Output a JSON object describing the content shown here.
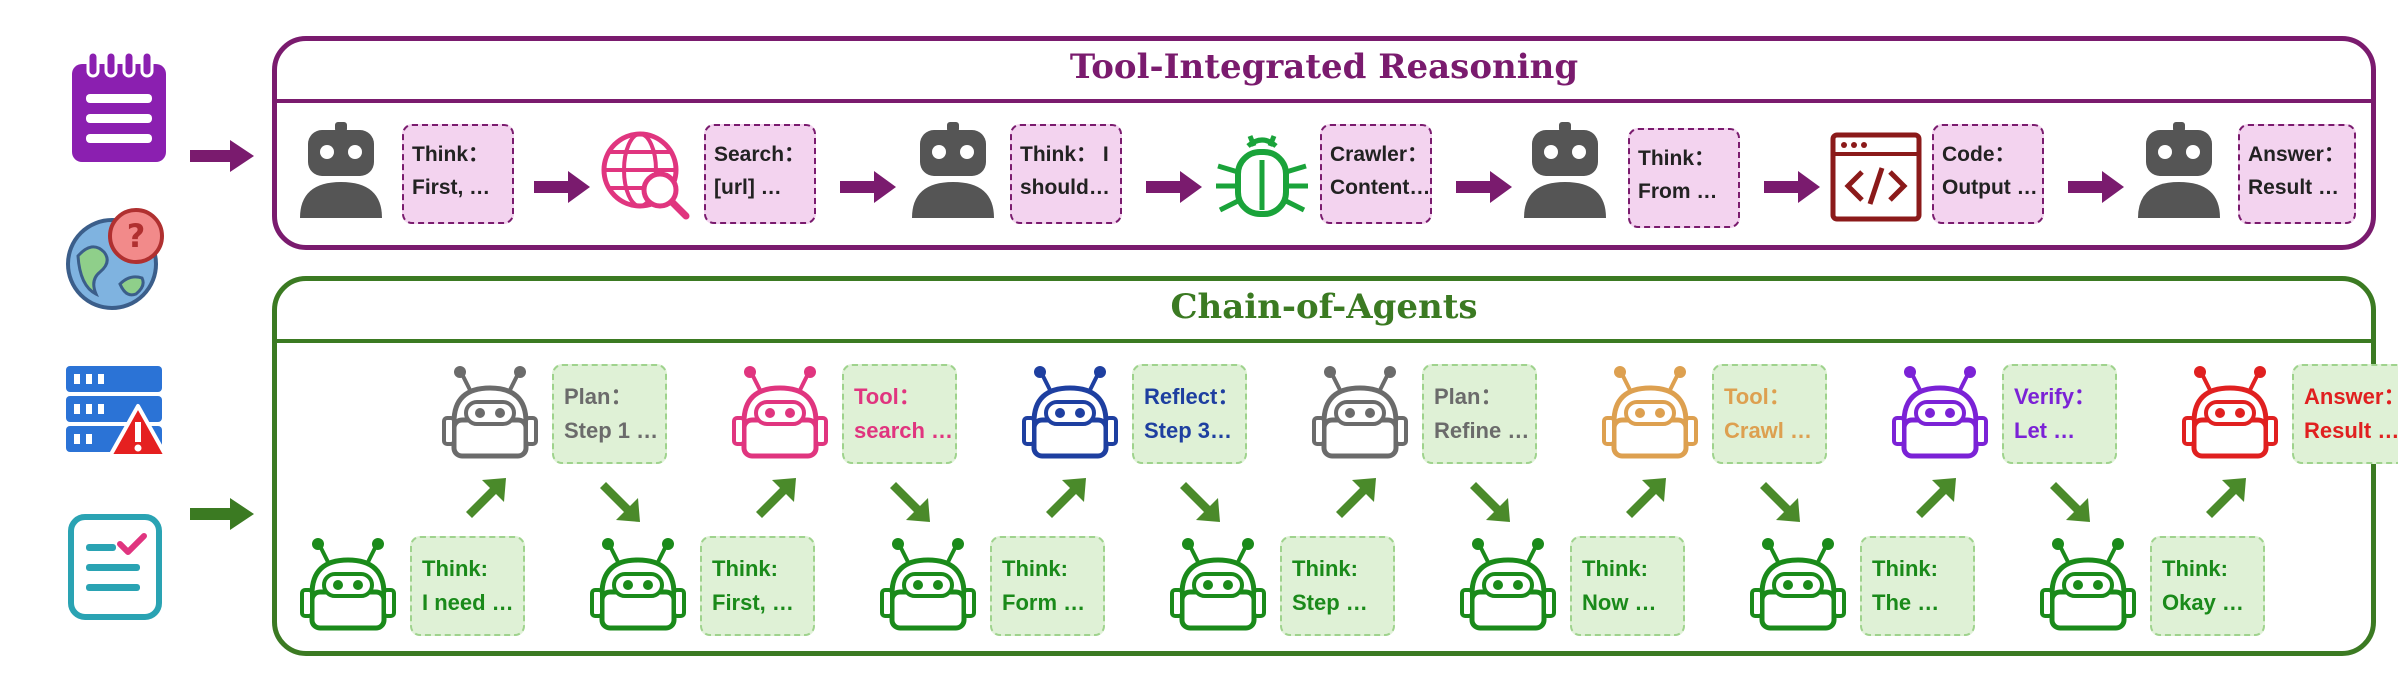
{
  "tir": {
    "title": "Tool-Integrated Reasoning",
    "steps": [
      {
        "line1": "Think：",
        "line2": "First, …"
      },
      {
        "line1": "Search：",
        "line2": "[url] …"
      },
      {
        "line1": "Think： I",
        "line2": "should…"
      },
      {
        "line1": "Crawler：",
        "line2": "Content…"
      },
      {
        "line1": "Think：",
        "line2": "From …"
      },
      {
        "line1": "Code：",
        "line2": "Output …"
      },
      {
        "line1": "Answer：",
        "line2": "Result …"
      }
    ]
  },
  "coa": {
    "title": "Chain-of-Agents",
    "top_agents": [
      {
        "line1": "Plan：",
        "line2": "Step 1 …",
        "color": "#6b6b6b"
      },
      {
        "line1": "Tool：",
        "line2": "search …",
        "color": "#e0357f"
      },
      {
        "line1": "Reflect：",
        "line2": "Step 3…",
        "color": "#1e3fa0"
      },
      {
        "line1": "Plan：",
        "line2": "Refine …",
        "color": "#6b6b6b"
      },
      {
        "line1": "Tool：",
        "line2": "Crawl …",
        "color": "#dda050"
      },
      {
        "line1": "Verify：",
        "line2": "Let …",
        "color": "#7b22d6"
      },
      {
        "line1": "Answer：",
        "line2": "Result …",
        "color": "#e02020"
      }
    ],
    "bottom_agents": [
      {
        "line1": "Think:",
        "line2": "I need …"
      },
      {
        "line1": "Think:",
        "line2": "First, …"
      },
      {
        "line1": "Think:",
        "line2": "Form …"
      },
      {
        "line1": "Think:",
        "line2": "Step …"
      },
      {
        "line1": "Think:",
        "line2": "Now …"
      },
      {
        "line1": "Think:",
        "line2": "The …"
      },
      {
        "line1": "Think:",
        "line2": "Okay …"
      }
    ]
  },
  "colors": {
    "tir_border": "#7a1b6e",
    "coa_border": "#3b7a22",
    "think_green": "#1a8a1a",
    "arrow_green": "#4a8a2a",
    "arrow_purple": "#7a1b6e"
  },
  "icons": [
    "notepad-icon",
    "globe-question-icon",
    "server-alert-icon",
    "checklist-icon",
    "robot-user-icon",
    "web-search-icon",
    "bug-icon",
    "code-window-icon",
    "robot-agent-icon"
  ]
}
